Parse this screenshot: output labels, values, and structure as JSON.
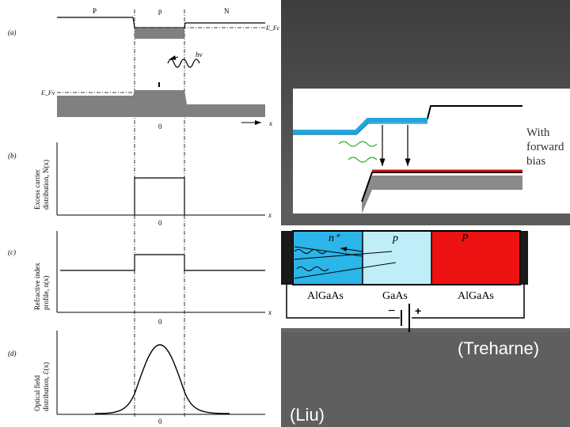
{
  "left_figure": {
    "panel_labels": [
      "(a)",
      "(b)",
      "(c)",
      "(d)"
    ],
    "top_labels": {
      "left": "P",
      "middle": "p",
      "right": "N"
    },
    "energy_labels": {
      "efc": "E_Fc",
      "efv": "E_Fv",
      "photon": "hν"
    },
    "zero_label": "0",
    "x_label": "x",
    "ylabels": {
      "b": [
        "Excess carrier",
        "distribution, N(x)"
      ],
      "c": [
        "Refractive index",
        "profile, n(x)"
      ],
      "d": [
        "Optical field",
        "distribution, ℰ(x)"
      ]
    }
  },
  "right_figure": {
    "bias_label": [
      "With",
      "forward",
      "bias"
    ],
    "regions": [
      {
        "top": "n⁺",
        "bottom": "AlGaAs",
        "color": "#2bb5e8"
      },
      {
        "top": "p",
        "bottom": "GaAs",
        "color": "#bfeef9"
      },
      {
        "top": "P",
        "bottom": "AlGaAs",
        "color": "#ee1111"
      }
    ],
    "battery": {
      "minus": "−",
      "plus": "+"
    }
  },
  "citations": {
    "treharne": "(Treharne)",
    "liu": "(Liu)"
  }
}
